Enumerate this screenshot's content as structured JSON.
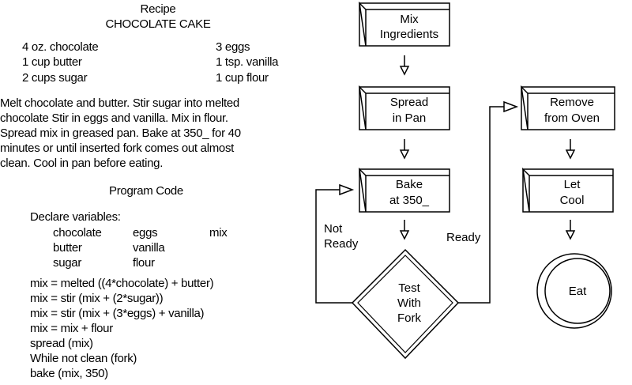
{
  "recipe": {
    "heading": "Recipe",
    "title": "CHOCOLATE CAKE",
    "ingredients_left": [
      "4 oz. chocolate",
      "1 cup butter",
      "2 cups sugar"
    ],
    "ingredients_right": [
      "3 eggs",
      "1 tsp. vanilla",
      "1 cup flour"
    ],
    "instructions": [
      "Melt chocolate and butter.  Stir sugar into melted",
      "chocolate Stir in eggs and vanilla.  Mix in flour.",
      "Spread  mix in greased pan.  Bake at 350_ for 40",
      "minutes or until inserted fork comes out almost",
      "clean. Cool in pan before eating."
    ]
  },
  "program": {
    "heading": "Program Code",
    "declare": "Declare variables:",
    "vars": [
      [
        "chocolate",
        "eggs",
        "mix"
      ],
      [
        "butter",
        "vanilla",
        ""
      ],
      [
        "sugar",
        "flour",
        ""
      ]
    ],
    "lines": [
      "mix = melted  ((4*chocolate) + butter)",
      "mix = stir (mix + (2*sugar))",
      "mix = stir (mix + (3*eggs) + vanilla)",
      "mix = mix + flour",
      "spread (mix)",
      "While not clean (fork)",
      "bake (mix, 350)"
    ]
  },
  "flowchart": {
    "mix": [
      "Mix",
      "Ingredients"
    ],
    "spread": [
      "Spread",
      "in Pan"
    ],
    "bake": [
      "Bake",
      "at 350_"
    ],
    "test": [
      "Test",
      "With",
      "Fork"
    ],
    "remove": [
      "Remove",
      "from Oven"
    ],
    "cool": [
      "Let",
      "Cool"
    ],
    "eat": "Eat",
    "not_ready": [
      "Not",
      "Ready"
    ],
    "ready": "Ready"
  }
}
